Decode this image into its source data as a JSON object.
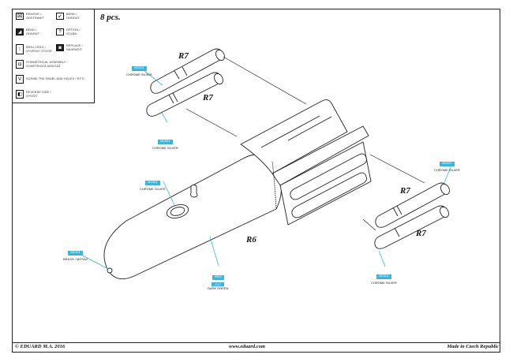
{
  "quantity": "8 pcs.",
  "legend": {
    "items": [
      {
        "icon": "remove-icon",
        "glyph": "⌧",
        "text": "REMOVE / ODSTRANIT"
      },
      {
        "icon": "bend-icon",
        "glyph": "↙",
        "text": "BEND / OHNOUT"
      },
      {
        "icon": "symmetrical-icon",
        "glyph": "◢",
        "text": "BEND / OHNOUT"
      },
      {
        "icon": "option-icon",
        "glyph": "?",
        "text": "OPTION / VOLBA"
      },
      {
        "icon": "drill-icon",
        "glyph": "⁝",
        "text": "DRILL HOLE / VYVRTAT OTVOR"
      },
      {
        "icon": "replace-icon",
        "glyph": "◙",
        "text": "REPLACE / NAHRADIT"
      },
      {
        "icon": "symmetrical-assembly-icon",
        "glyph": "◘",
        "text": "SYMMETRICAL ASSEMBLY / SYMETRICKÁ MONTÁŽ"
      },
      {
        "icon": "glue-icon",
        "glyph": "V",
        "text": "SCRIBE THE PANEL AND HOLES / RÝTÍ"
      },
      {
        "icon": "reverse-side-icon",
        "glyph": "◧",
        "text": "REVERSE SIDE / OTOČIT"
      }
    ]
  },
  "parts": {
    "r7_top_1": "R7",
    "r7_top_2": "R7",
    "r7_right_1": "R7",
    "r7_right_2": "R7",
    "r6": "R6"
  },
  "callouts": {
    "top_left_rocket": {
      "code": "MC001",
      "name": "CHROME SILVER"
    },
    "second_rocket": {
      "code": "MC001",
      "name": "CHROME SILVER"
    },
    "fuse": {
      "code": "MC001",
      "name": "CHROME SILVER"
    },
    "tip": {
      "code": "MC001",
      "name": "BRASS / MOSAZ"
    },
    "body": {
      "code": "H304",
      "code2": "C17",
      "name": "DARK GREEN"
    },
    "right_rocket_top": {
      "code": "MC001",
      "name": "CHROME SILVER"
    },
    "right_rocket_bottom": {
      "code": "MC001",
      "name": "CHROME SILVER"
    }
  },
  "footer": {
    "copyright": "© EDUARD M.A. 2016",
    "website": "www.eduard.com",
    "origin": "Made in Czech Republic"
  },
  "colors": {
    "callout": "#3fb3d9",
    "line": "#222222"
  }
}
